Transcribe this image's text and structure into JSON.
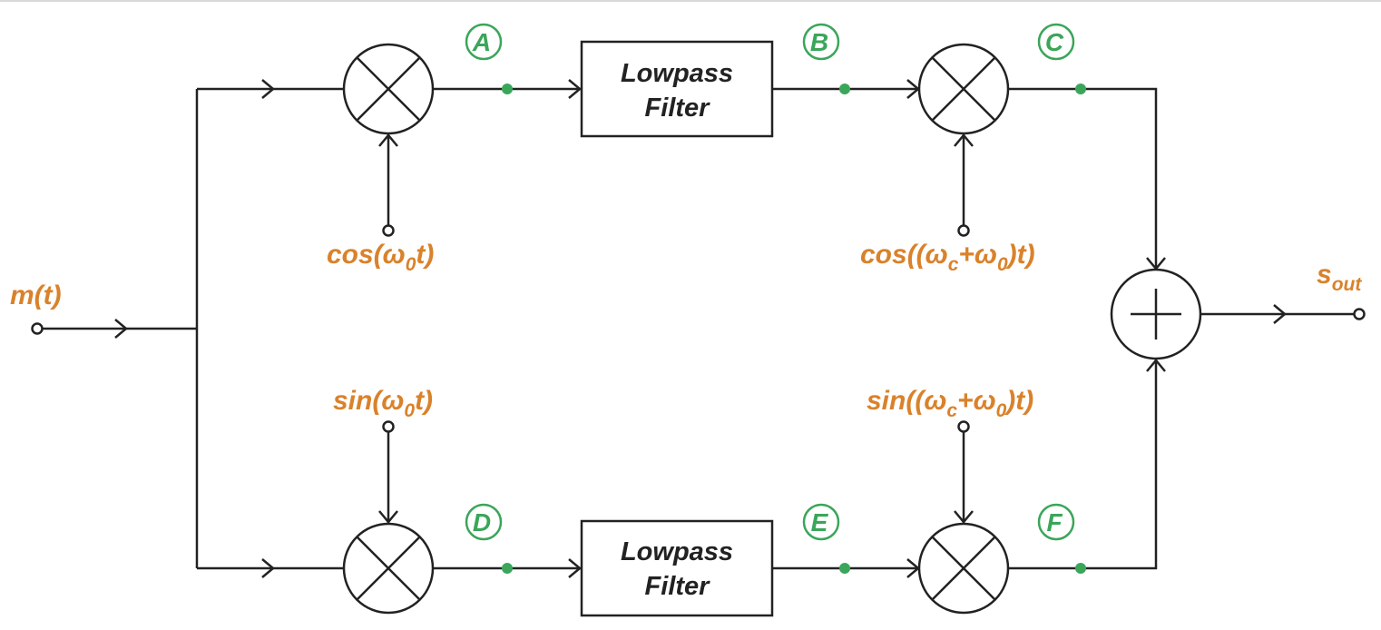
{
  "input_label": "m(t)",
  "output_label": {
    "main": "s",
    "sub": "out"
  },
  "filters": [
    {
      "line1": "Lowpass",
      "line2": "Filter"
    },
    {
      "line1": "Lowpass",
      "line2": "Filter"
    }
  ],
  "nodes": [
    "A",
    "B",
    "C",
    "D",
    "E",
    "F"
  ],
  "oscillators": {
    "cos_w0": {
      "pre": "cos(ω",
      "sub": "0",
      "post": "t)"
    },
    "sin_w0": {
      "pre": "sin(ω",
      "sub": "0",
      "post": "t)"
    },
    "cos_wc_w0": {
      "pre": "cos((ω",
      "sub1": "c",
      "mid": "+ω",
      "sub2": "0",
      "post": ")t)"
    },
    "sin_wc_w0": {
      "pre": "sin((ω",
      "sub1": "c",
      "mid": "+ω",
      "sub2": "0",
      "post": ")t)"
    }
  },
  "colors": {
    "wire": "#222222",
    "node": "#3aa65a",
    "label": "#d9822b"
  }
}
